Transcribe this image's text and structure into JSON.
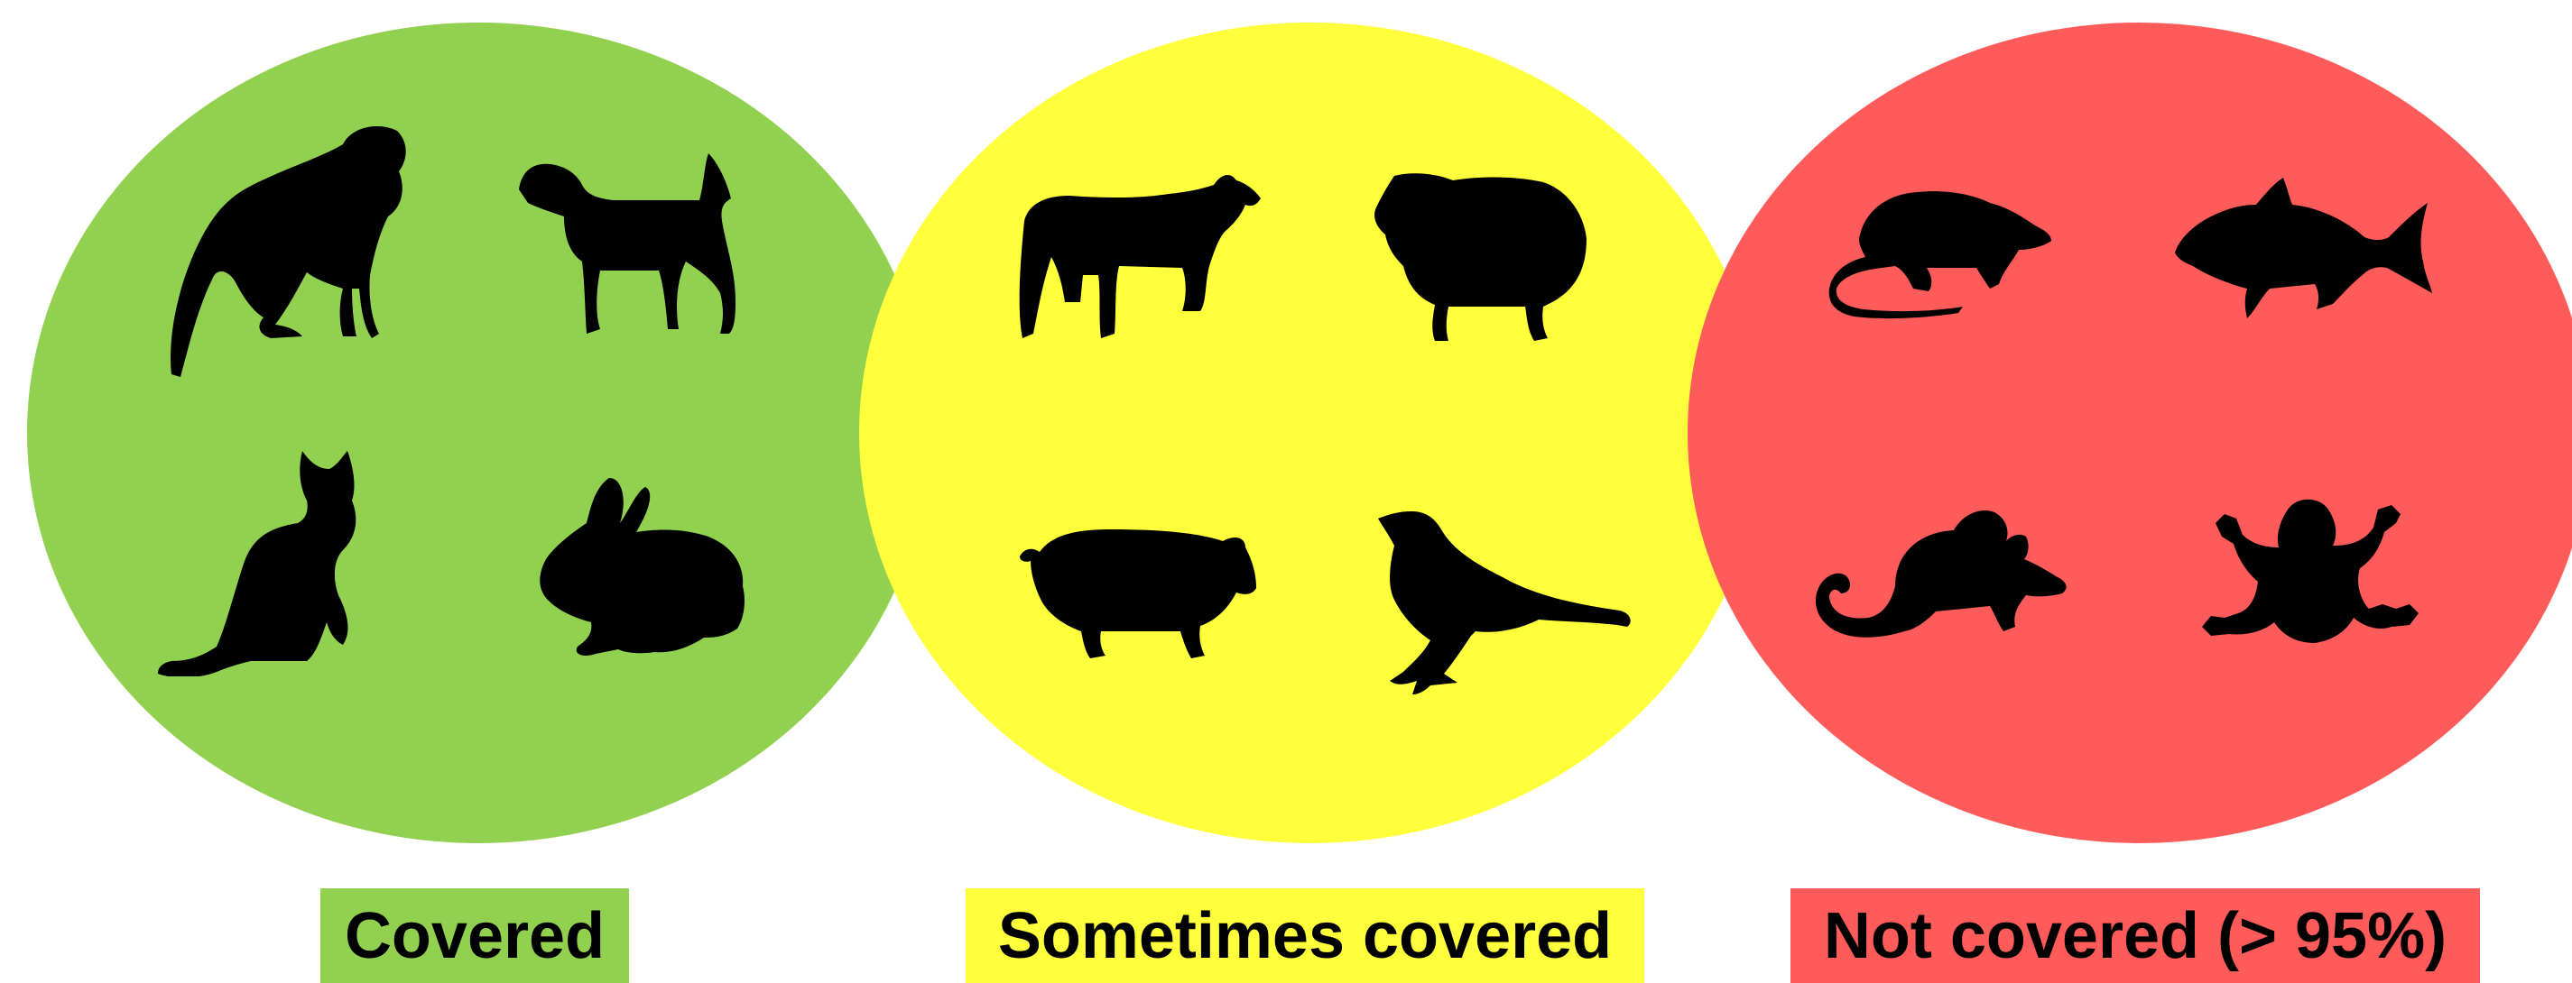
{
  "groups": [
    {
      "label": "Covered",
      "color": "#92d050",
      "animals": [
        "monkey-icon",
        "dog-icon",
        "cat-icon",
        "rabbit-icon"
      ]
    },
    {
      "label": "Sometimes covered",
      "color": "#ffff3c",
      "animals": [
        "cow-icon",
        "sheep-icon",
        "pig-icon",
        "bird-icon"
      ]
    },
    {
      "label": "Not covered (> 95%)",
      "color": "#ff5b5b",
      "animals": [
        "rat-icon",
        "fish-icon",
        "mouse-icon",
        "frog-icon"
      ]
    }
  ]
}
